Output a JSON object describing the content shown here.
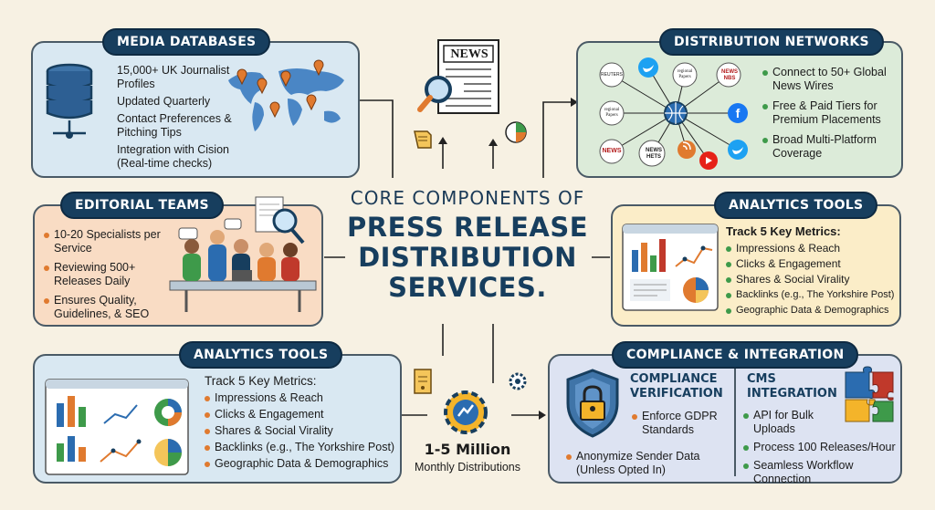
{
  "title": {
    "line1": "CORE COMPONENTS OF",
    "line2": "PRESS RELEASE",
    "line3": "DISTRIBUTION",
    "line4": "SERVICES."
  },
  "news_icon": "NEWS",
  "media_databases": {
    "heading": "MEDIA DATABASES",
    "items": [
      "15,000+ UK Journalist Profiles",
      "Updated Quarterly",
      "Contact Preferences & Pitching Tips",
      "Integration with Cision (Real-time checks)"
    ]
  },
  "distribution_networks": {
    "heading": "DISTRIBUTION NETWORKS",
    "items": [
      "Connect to 50+ Global News Wires",
      "Free & Paid Tiers for Premium Placements",
      "Broad Multi-Platform Coverage"
    ],
    "logos": [
      "REUTERS",
      "regional Papers",
      "NEWS NBS",
      "regional Papers",
      "NEWS",
      "NEWS HETS"
    ]
  },
  "editorial_teams": {
    "heading": "EDITORIAL TEAMS",
    "items": [
      "10-20 Specialists per Service",
      "Reviewing 500+ Releases Daily",
      "Ensures Quality, Guidelines, & SEO"
    ]
  },
  "analytics_right": {
    "heading": "ANALYTICS TOOLS",
    "intro": "Track 5 Key Metrics:",
    "items": [
      "Impressions & Reach",
      "Clicks & Engagement",
      "Shares & Social Virality",
      "Backlinks (e.g., The Yorkshire Post)",
      "Geographic Data & Demographics"
    ]
  },
  "analytics_left": {
    "heading": "ANALYTICS TOOLS",
    "intro": "Track 5 Key Metrics:",
    "items": [
      "Impressions & Reach",
      "Clicks & Engagement",
      "Shares & Social Virality",
      "Backlinks (e.g., The Yorkshire Post)",
      "Geographic Data & Demographics"
    ]
  },
  "volume": {
    "value": "1-5 Million",
    "label": "Monthly Distributions"
  },
  "compliance": {
    "heading": "COMPLIANCE & INTEGRATION",
    "verification_title": "COMPLIANCE VERIFICATION",
    "verification_items": [
      "Enforce GDPR Standards",
      "Anonymize Sender Data (Unless Opted In)"
    ],
    "cms_title": "CMS INTEGRATION",
    "cms_items": [
      "API for Bulk Uploads",
      "Process 100 Releases/Hour",
      "Seamless Workflow Connection"
    ]
  },
  "colors": {
    "background": "#f7f1e3",
    "heading_pill": "#173e5e",
    "panel_blue": "#d9e8f2",
    "panel_green": "#dcebd9",
    "panel_orange": "#f9dcc4",
    "panel_yellow": "#fbedc8",
    "panel_lavender": "#dde3f2",
    "bullet_orange": "#e07a2f",
    "bullet_green": "#3e9a4a",
    "bullet_blue": "#2b6cb0"
  }
}
